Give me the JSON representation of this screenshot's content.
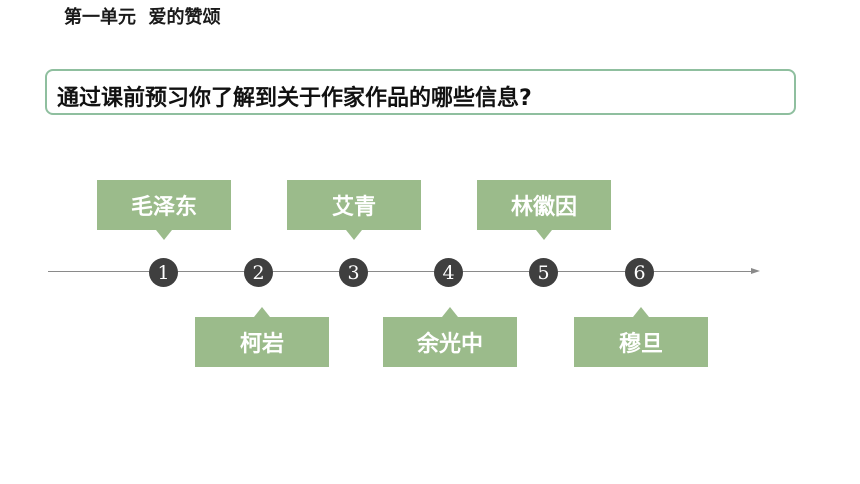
{
  "header": {
    "unit_title": "第一单元  爱的赞颂"
  },
  "question": {
    "text": "通过课前预习你了解到关于作家作品的哪些信息?"
  },
  "timeline": {
    "nodes": [
      "1",
      "2",
      "3",
      "4",
      "5",
      "6"
    ],
    "authors": [
      "毛泽东",
      "柯岩",
      "艾青",
      "余光中",
      "林徽因",
      "穆旦"
    ]
  },
  "colors": {
    "card": "#9bbb8b",
    "border": "#8fbf9f",
    "node": "#3f3f3f"
  }
}
